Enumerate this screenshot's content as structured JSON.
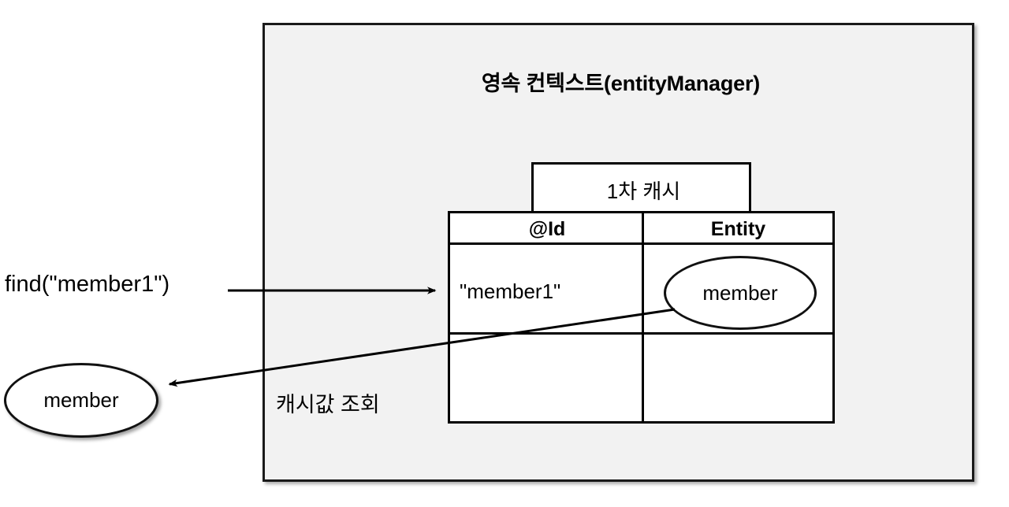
{
  "diagram": {
    "container": {
      "title": "영속 컨텍스트(entityManager)",
      "background_color": "#f2f2f2",
      "border_color": "#1a1a1a"
    },
    "cache": {
      "tab_label": "1차 캐시",
      "columns": [
        "@Id",
        "Entity"
      ],
      "rows": [
        {
          "id": "\"member1\"",
          "entity": "member"
        },
        {
          "id": "",
          "entity": ""
        }
      ]
    },
    "flow": {
      "request_label": "find(\"member1\")",
      "lookup_label": "캐시값 조회",
      "result_entity": "member"
    },
    "icons": {
      "request_arrow": "arrow-right-icon",
      "return_arrow": "arrow-left-icon"
    }
  }
}
